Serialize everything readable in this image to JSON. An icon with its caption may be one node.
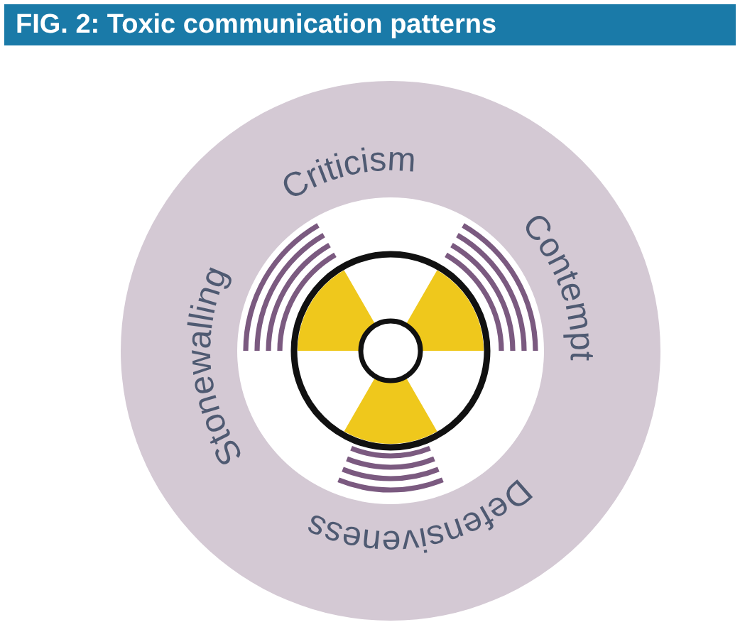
{
  "diagram": {
    "title": "FIG. 2: Toxic communication patterns",
    "labels": [
      "Criticism",
      "Contempt",
      "Defensiveness",
      "Stonewalling"
    ]
  }
}
